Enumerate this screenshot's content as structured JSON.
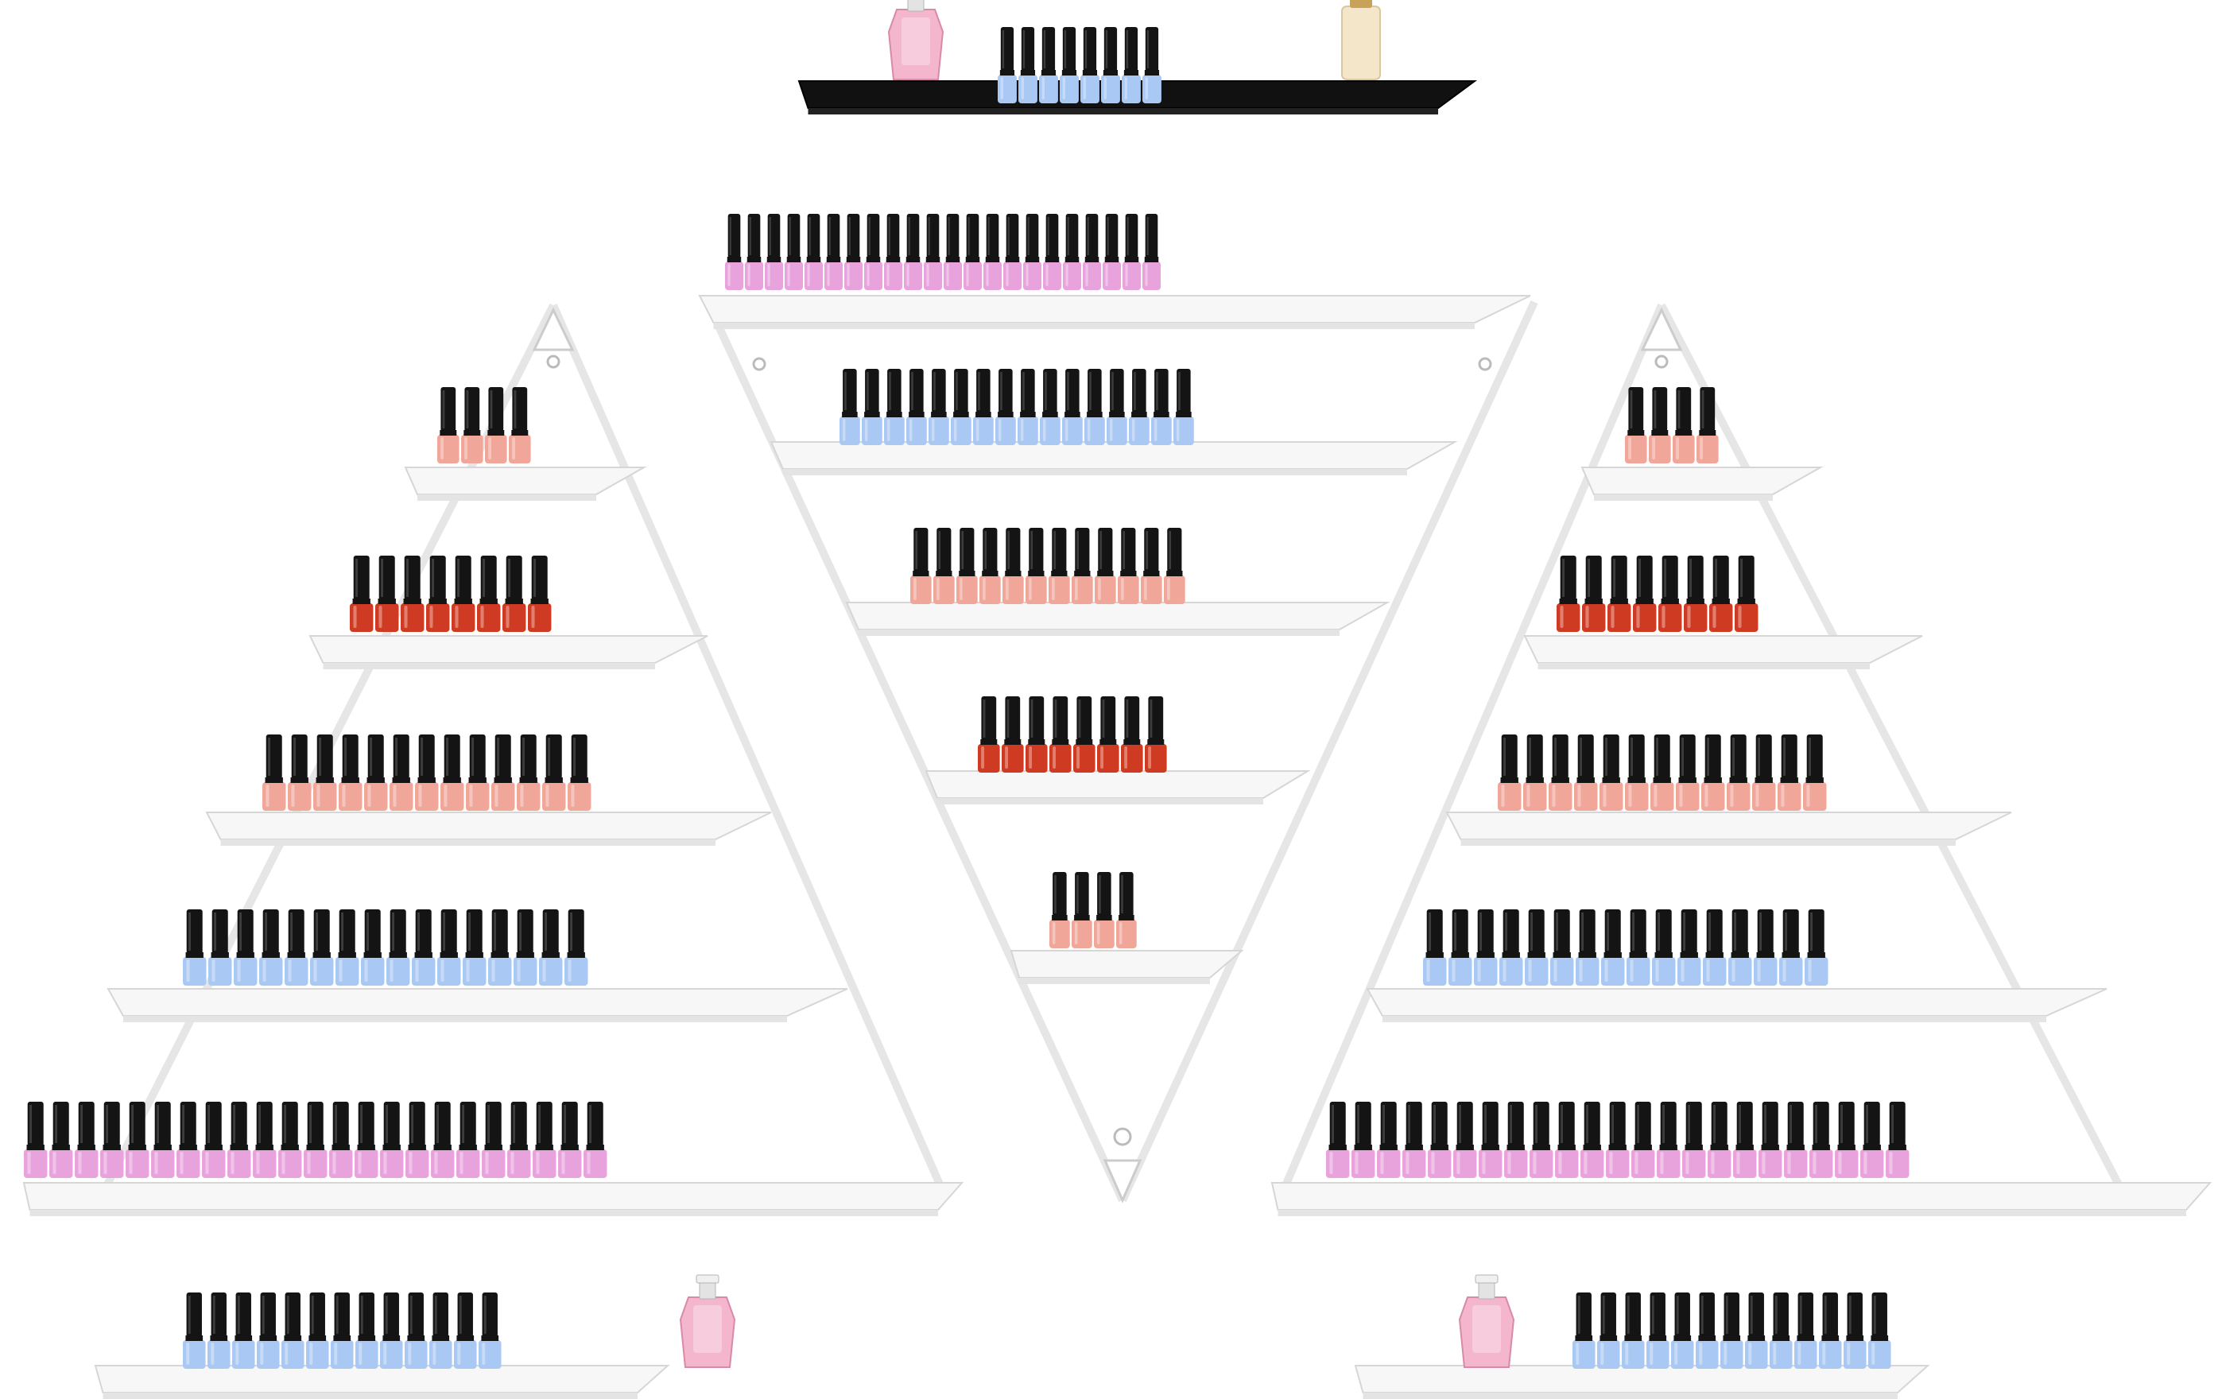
{
  "scene": {
    "subject": "product-photo",
    "background": "#ffffff",
    "colors": {
      "cap": "#141414",
      "cap_highlight": "#3c3c3c",
      "pink": "#e9a3dc",
      "blue": "#a9c8f3",
      "peach": "#f0a79a",
      "red": "#cf3b22",
      "rack_white": "#f7f7f7",
      "rack_edge": "#d6d6d6",
      "rack_black": "#111111",
      "perfume_pink": "#f3b6cd",
      "perfume_cream": "#f4e6c8",
      "gold_cap": "#c9a25a"
    },
    "racks": [
      {
        "name": "top-wall-shelf",
        "finish": "black",
        "bottle_rows": 1,
        "perfume_bottles": 2
      },
      {
        "name": "left-triangle-rack",
        "finish": "white",
        "bottle_rows": 5
      },
      {
        "name": "center-inverted-triangle-rack",
        "finish": "white",
        "bottle_rows": 5
      },
      {
        "name": "right-triangle-rack",
        "finish": "white",
        "bottle_rows": 5
      },
      {
        "name": "bottom-left-wall-shelf",
        "finish": "white",
        "bottle_rows": 1,
        "perfume_bottles": 1
      },
      {
        "name": "bottom-right-wall-shelf",
        "finish": "white",
        "bottle_rows": 1,
        "perfume_bottles": 1
      }
    ],
    "rows": [
      {
        "rack": "top-wall-shelf",
        "color": "blue",
        "count": 8
      },
      {
        "rack": "center-inverted-triangle-rack",
        "color": "pink",
        "count": 22
      },
      {
        "rack": "center-inverted-triangle-rack",
        "color": "blue",
        "count": 16
      },
      {
        "rack": "center-inverted-triangle-rack",
        "color": "peach",
        "count": 12
      },
      {
        "rack": "center-inverted-triangle-rack",
        "color": "red",
        "count": 8
      },
      {
        "rack": "center-inverted-triangle-rack",
        "color": "peach",
        "count": 4
      },
      {
        "rack": "left-triangle-rack",
        "color": "peach",
        "count": 4
      },
      {
        "rack": "left-triangle-rack",
        "color": "red",
        "count": 8
      },
      {
        "rack": "left-triangle-rack",
        "color": "peach",
        "count": 13
      },
      {
        "rack": "left-triangle-rack",
        "color": "blue",
        "count": 16
      },
      {
        "rack": "left-triangle-rack",
        "color": "pink",
        "count": 23
      },
      {
        "rack": "right-triangle-rack",
        "color": "peach",
        "count": 4
      },
      {
        "rack": "right-triangle-rack",
        "color": "red",
        "count": 8
      },
      {
        "rack": "right-triangle-rack",
        "color": "peach",
        "count": 13
      },
      {
        "rack": "right-triangle-rack",
        "color": "blue",
        "count": 16
      },
      {
        "rack": "right-triangle-rack",
        "color": "pink",
        "count": 23
      },
      {
        "rack": "bottom-left-wall-shelf",
        "color": "blue",
        "count": 13
      },
      {
        "rack": "bottom-right-wall-shelf",
        "color": "blue",
        "count": 13
      }
    ],
    "perfumes": [
      {
        "rack": "top-wall-shelf",
        "style": "pink-faceted"
      },
      {
        "rack": "top-wall-shelf",
        "style": "cream-cylinder"
      },
      {
        "rack": "bottom-left-wall-shelf",
        "style": "pink-faceted"
      },
      {
        "rack": "bottom-right-wall-shelf",
        "style": "pink-faceted"
      }
    ]
  }
}
